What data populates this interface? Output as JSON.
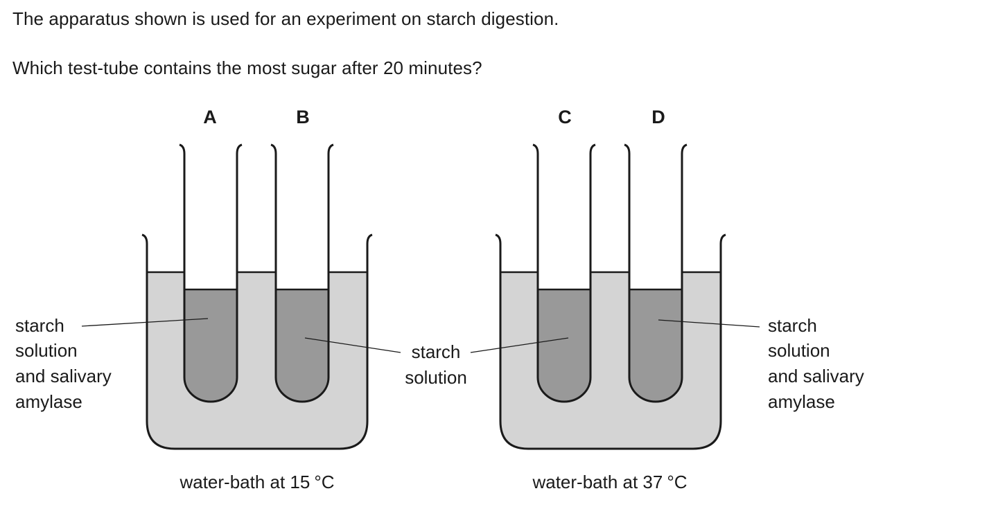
{
  "question": {
    "intro": "The apparatus shown is used for an experiment on starch digestion.",
    "prompt": "Which test-tube contains the most sugar after 20 minutes?"
  },
  "tubes": {
    "a": "A",
    "b": "B",
    "c": "C",
    "d": "D"
  },
  "labels": {
    "left_enzyme": [
      "starch",
      "solution",
      "and salivary",
      "amylase"
    ],
    "middle_control": [
      "starch",
      "solution"
    ],
    "right_enzyme": [
      "starch",
      "solution",
      "and salivary",
      "amylase"
    ]
  },
  "baths": {
    "left_caption_prefix": "water-bath at 15",
    "left_caption_unit": "°C",
    "right_caption_prefix": "water-bath at 37",
    "right_caption_unit": "°C"
  },
  "colors": {
    "water": "#d4d4d4",
    "tube_contents": "#999999",
    "outline": "#1a1a1a"
  }
}
